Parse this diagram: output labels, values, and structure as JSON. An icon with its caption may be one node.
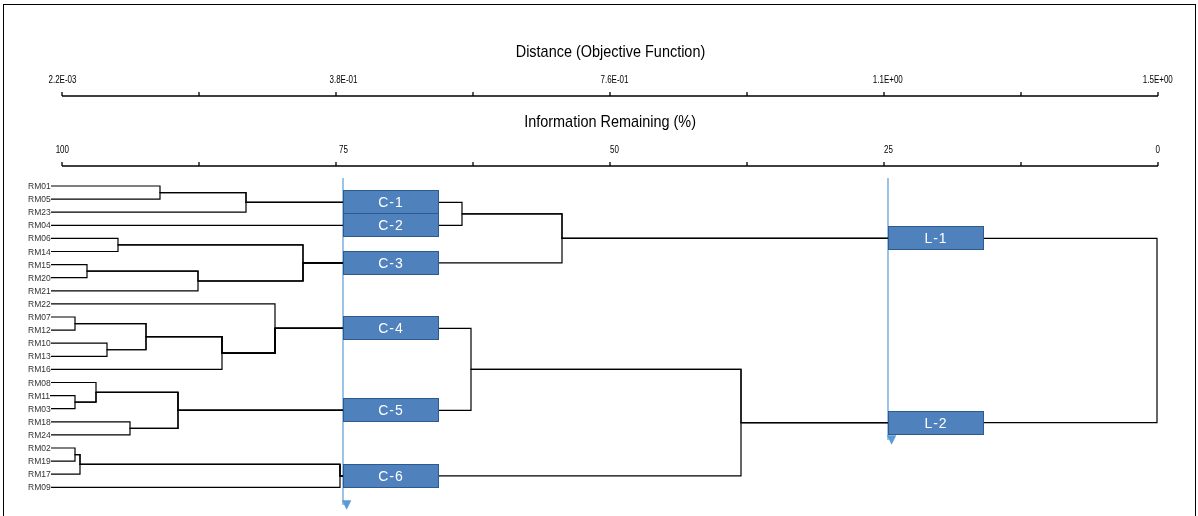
{
  "diagram": {
    "nodes": [
      {
        "text": [
          "RM01"
        ]
      },
      {
        "text": [
          "RM05"
        ]
      },
      {
        "text": [
          "RM23"
        ]
      },
      {
        "text": [
          "RM04"
        ]
      },
      {
        "text": [
          "RM06"
        ]
      },
      {
        "text": [
          "RM14"
        ]
      },
      {
        "text": [
          "RM15"
        ]
      },
      {
        "text": [
          "RM20"
        ]
      },
      {
        "text": [
          "RM21"
        ]
      },
      {
        "text": [
          "RM22"
        ]
      },
      {
        "text": [
          "RM07"
        ]
      },
      {
        "text": [
          "RM12"
        ]
      },
      {
        "text": [
          "RM10"
        ]
      },
      {
        "text": [
          "RM13"
        ]
      },
      {
        "text": [
          "RM16"
        ]
      },
      {
        "text": [
          "RM08"
        ]
      },
      {
        "text": [
          "RM11"
        ]
      },
      {
        "text": [
          "RM03"
        ]
      },
      {
        "text": [
          "RM18"
        ]
      },
      {
        "text": [
          "RM24"
        ]
      },
      {
        "text": [
          "RM02"
        ]
      },
      {
        "text": [
          "RM19"
        ]
      },
      {
        "text": [
          "RM17"
        ]
      },
      {
        "text": [
          "RM09"
        ]
      },
      {
        "text": [
          "C-1"
        ]
      },
      {
        "text": [
          "C-2"
        ]
      },
      {
        "text": [
          "C-3"
        ]
      },
      {
        "text": [
          "C-4"
        ]
      },
      {
        "text": [
          "C-5"
        ]
      },
      {
        "text": [
          "C-6"
        ]
      },
      {
        "text": [
          "L-1"
        ]
      },
      {
        "text": [
          "L-2"
        ]
      }
    ],
    "edges": [
      {
        "from": 0,
        "to": 24,
        "arrow": "none"
      },
      {
        "from": 1,
        "to": 24,
        "arrow": "none"
      },
      {
        "from": 2,
        "to": 24,
        "arrow": "none"
      },
      {
        "from": 3,
        "to": 25,
        "arrow": "none"
      },
      {
        "from": 4,
        "to": 26,
        "arrow": "none"
      },
      {
        "from": 5,
        "to": 26,
        "arrow": "none"
      },
      {
        "from": 6,
        "to": 26,
        "arrow": "none"
      },
      {
        "from": 7,
        "to": 26,
        "arrow": "none"
      },
      {
        "from": 8,
        "to": 26,
        "arrow": "none"
      },
      {
        "from": 9,
        "to": 27,
        "arrow": "none"
      },
      {
        "from": 10,
        "to": 27,
        "arrow": "none"
      },
      {
        "from": 11,
        "to": 27,
        "arrow": "none"
      },
      {
        "from": 12,
        "to": 27,
        "arrow": "none"
      },
      {
        "from": 13,
        "to": 27,
        "arrow": "none"
      },
      {
        "from": 14,
        "to": 27,
        "arrow": "none"
      },
      {
        "from": 15,
        "to": 28,
        "arrow": "none"
      },
      {
        "from": 16,
        "to": 28,
        "arrow": "none"
      },
      {
        "from": 17,
        "to": 28,
        "arrow": "none"
      },
      {
        "from": 18,
        "to": 28,
        "arrow": "none"
      },
      {
        "from": 19,
        "to": 28,
        "arrow": "none"
      },
      {
        "from": 20,
        "to": 29,
        "arrow": "none"
      },
      {
        "from": 21,
        "to": 29,
        "arrow": "none"
      },
      {
        "from": 22,
        "to": 29,
        "arrow": "none"
      },
      {
        "from": 23,
        "to": 29,
        "arrow": "none"
      },
      {
        "from": 24,
        "to": 30,
        "arrow": "none"
      },
      {
        "from": 25,
        "to": 30,
        "arrow": "none"
      },
      {
        "from": 26,
        "to": 30,
        "arrow": "none"
      },
      {
        "from": 27,
        "to": 31,
        "arrow": "none"
      },
      {
        "from": 28,
        "to": 31,
        "arrow": "none"
      },
      {
        "from": 29,
        "to": 31,
        "arrow": "none"
      },
      {
        "from": 30,
        "to": 31,
        "arrow": "none"
      }
    ],
    "labels": [
      "Distance (Objective Function)",
      "2.2E-03",
      "3.8E-01",
      "7.6E-01",
      "1.1E+00",
      "1.5E+00",
      "Information Remaining (%)",
      "100",
      "75",
      "50",
      "25",
      "0"
    ]
  }
}
